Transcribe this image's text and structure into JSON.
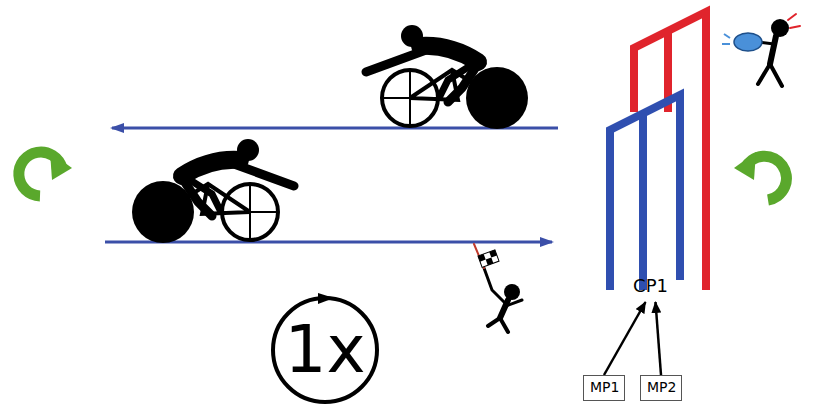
{
  "diagram": {
    "nodes": [
      {
        "text": [
          "1x"
        ]
      },
      {
        "text": [
          "CP1"
        ]
      },
      {
        "text": [
          "MP1"
        ]
      },
      {
        "text": [
          "MP2"
        ]
      }
    ],
    "edges": [
      {
        "from": 2,
        "to": 1,
        "arrow": "to"
      },
      {
        "from": 3,
        "to": 1,
        "arrow": "to"
      }
    ]
  }
}
